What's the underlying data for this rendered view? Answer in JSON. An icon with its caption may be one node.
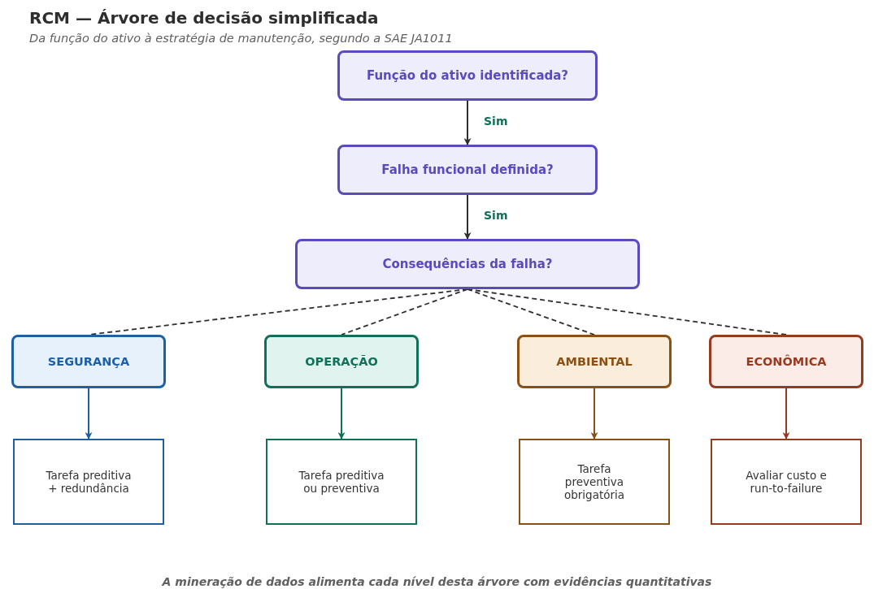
{
  "diagram": {
    "title": "RCM — Árvore de decisão simplificada",
    "caption": "A mineração de dados alimenta cada nível desta árvore com evidências quantitativas",
    "nodes": [
      {
        "text": [
          "Função do ativo identificada?"
        ]
      },
      {
        "text": [
          "Falha funcional definida?"
        ]
      },
      {
        "text": [
          "Consequências da falha?"
        ]
      },
      {
        "text": [
          "SEGURANÇA"
        ]
      },
      {
        "text": [
          "OPERAÇÃO"
        ]
      },
      {
        "text": [
          "AMBIENTAL"
        ]
      },
      {
        "text": [
          "ECONÔMICA"
        ]
      },
      {
        "text": [
          "Tarefa preditiva + redundância"
        ]
      },
      {
        "text": [
          "Tarefa preditiva ou preventiva"
        ]
      },
      {
        "text": [
          "Tarefa preventiva obrigatória"
        ]
      },
      {
        "text": [
          "Avaliar custo e run-to-failure"
        ]
      }
    ],
    "edges": [
      {
        "from": 0,
        "to": 1,
        "arrow": "to",
        "label": "Sim"
      },
      {
        "from": 1,
        "to": 2,
        "arrow": "to",
        "label": "Sim"
      },
      {
        "from": 2,
        "to": 3,
        "arrow": "none",
        "style": "dashed"
      },
      {
        "from": 2,
        "to": 4,
        "arrow": "none",
        "style": "dashed"
      },
      {
        "from": 2,
        "to": 5,
        "arrow": "none",
        "style": "dashed"
      },
      {
        "from": 2,
        "to": 6,
        "arrow": "none",
        "style": "dashed"
      },
      {
        "from": 3,
        "to": 7,
        "arrow": "to",
        "color": "#1f5fa6"
      },
      {
        "from": 4,
        "to": 8,
        "arrow": "to",
        "color": "#11705a"
      },
      {
        "from": 5,
        "to": 9,
        "arrow": "to",
        "color": "#8b5114"
      },
      {
        "from": 6,
        "to": 10,
        "arrow": "to",
        "color": "#983a20"
      }
    ],
    "labels": [
      "Da função do ativo à estratégia de manutenção, segundo a SAE JA1011"
    ]
  }
}
